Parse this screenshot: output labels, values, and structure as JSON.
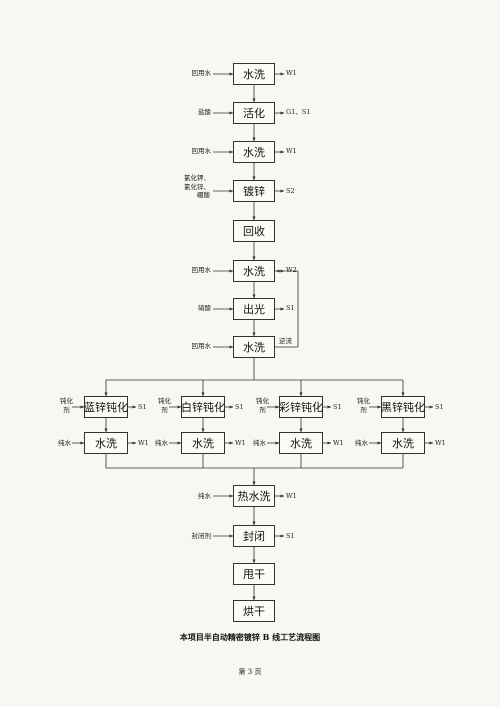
{
  "main_flow": [
    {
      "label": "水洗",
      "input": "回用水",
      "output": "W1"
    },
    {
      "label": "活化",
      "input": "盐酸",
      "output": "G1、S1"
    },
    {
      "label": "水洗",
      "input": "回用水",
      "output": "W1"
    },
    {
      "label": "镀锌",
      "input_lines": [
        "氯化钾、",
        "氯化锌、",
        "硼酸"
      ],
      "output": "S2"
    },
    {
      "label": "回收"
    },
    {
      "label": "水洗",
      "input": "回用水",
      "output": "W2"
    },
    {
      "label": "出光",
      "input": "硝酸",
      "output": "S1"
    },
    {
      "label": "水洗",
      "input": "回用水"
    }
  ],
  "reverse_flow_label": "逆流",
  "branches": [
    {
      "passivation": "蓝锌钝化",
      "agent_lines": [
        "钝化",
        "剂"
      ],
      "passivation_output": "S1",
      "wash": "水洗",
      "wash_input": "纯水",
      "wash_output": "W1"
    },
    {
      "passivation": "白锌钝化",
      "agent_lines": [
        "钝化",
        "剂"
      ],
      "passivation_output": "S1",
      "wash": "水洗",
      "wash_input": "纯水",
      "wash_output": "W1"
    },
    {
      "passivation": "彩锌钝化",
      "agent_lines": [
        "钝化",
        "剂"
      ],
      "passivation_output": "S1",
      "wash": "水洗",
      "wash_input": "纯水",
      "wash_output": "W1"
    },
    {
      "passivation": "黑锌钝化",
      "agent_lines": [
        "钝化",
        "剂"
      ],
      "passivation_output": "S1",
      "wash": "水洗",
      "wash_input": "纯水",
      "wash_output": "W1"
    }
  ],
  "final_flow": [
    {
      "label": "热水洗",
      "input": "纯水",
      "output": "W1"
    },
    {
      "label": "封闭",
      "input": "封闭剂",
      "output": "S1"
    },
    {
      "label": "甩干"
    },
    {
      "label": "烘干"
    }
  ],
  "caption": "本项目半自动精密镀锌 B 线工艺流程图",
  "page_number": "第 3 页",
  "colors": {
    "line": "#333333",
    "box_border": "#333333",
    "paper": "#f7f7f4"
  }
}
